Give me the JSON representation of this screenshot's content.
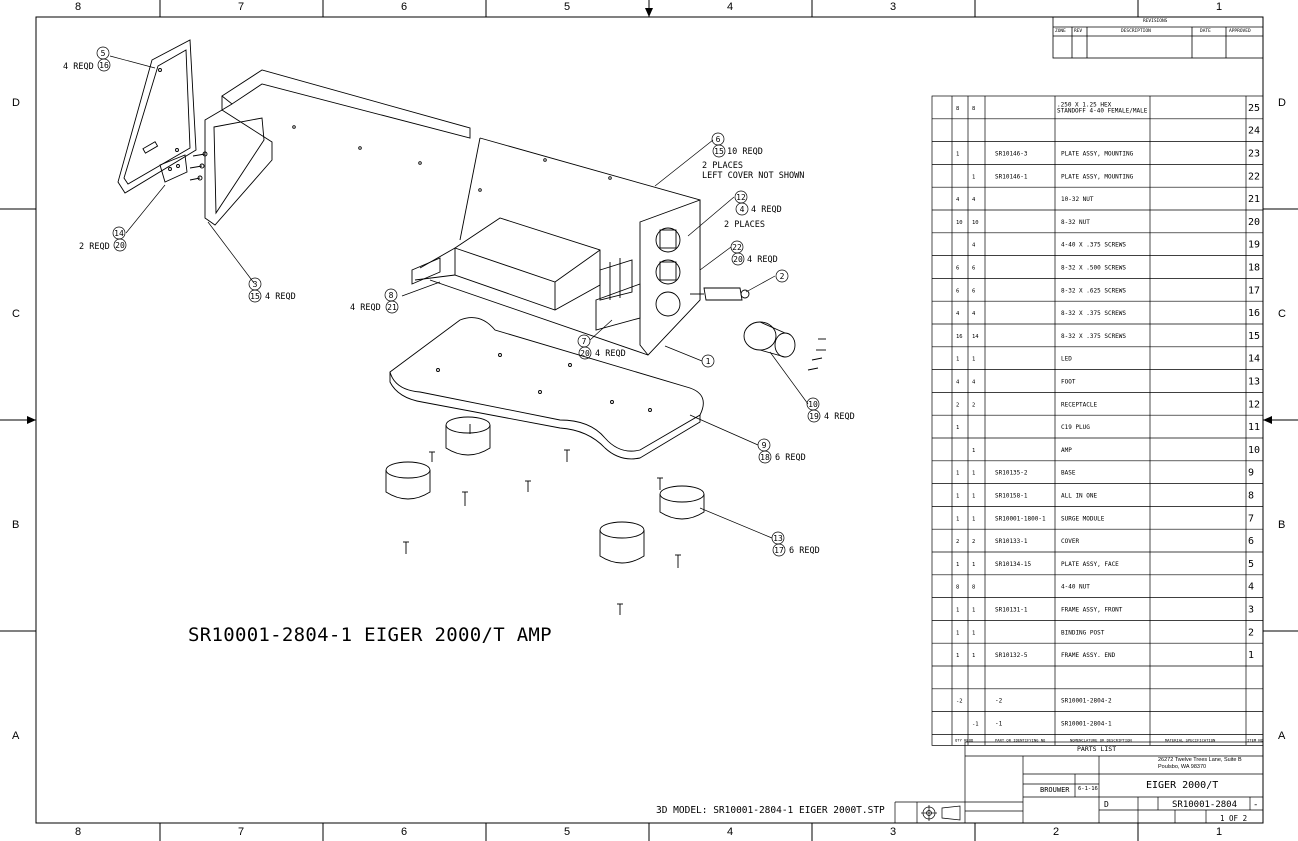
{
  "drawing": {
    "main_title": "SR10001-2804-1 EIGER 2000/T AMP",
    "model_note": "3D MODEL: SR10001-2804-1 EIGER 2000T.STP"
  },
  "border": {
    "columns_top": [
      "8",
      "7",
      "6",
      "5",
      "4",
      "3",
      "",
      "1"
    ],
    "columns_bottom": [
      "8",
      "7",
      "6",
      "5",
      "4",
      "3",
      "2",
      "1"
    ],
    "rows": [
      "D",
      "C",
      "B",
      "A"
    ]
  },
  "revisions": {
    "title": "REVISIONS",
    "headers": [
      "ZONE",
      "REV",
      "DESCRIPTION",
      "DATE",
      "APPROVED"
    ]
  },
  "callouts": [
    {
      "items": [
        "5",
        "16"
      ],
      "text": "4 REQD"
    },
    {
      "items": [
        "14",
        "20"
      ],
      "text": "2 REQD"
    },
    {
      "items": [
        "3",
        "15"
      ],
      "text": "4 REQD"
    },
    {
      "items": [
        "6",
        "15"
      ],
      "text": "10 REQD",
      "note1": "2 PLACES",
      "note2": "LEFT COVER NOT SHOWN"
    },
    {
      "items": [
        "12",
        "4"
      ],
      "text": "4 REQD",
      "note1": "2 PLACES"
    },
    {
      "items": [
        "22",
        "20"
      ],
      "text": "4 REQD"
    },
    {
      "items": [
        "2"
      ]
    },
    {
      "items": [
        "8",
        "21"
      ],
      "text": "4 REQD"
    },
    {
      "items": [
        "7",
        "20"
      ],
      "text": "4 REQD"
    },
    {
      "items": [
        "1"
      ]
    },
    {
      "items": [
        "10",
        "19"
      ],
      "text": "4 REQD"
    },
    {
      "items": [
        "9",
        "18"
      ],
      "text": "6 REQD"
    },
    {
      "items": [
        "13",
        "17"
      ],
      "text": "6 REQD"
    }
  ],
  "parts_list": {
    "title": "PARTS LIST",
    "column_headers": [
      "QTY REQD",
      "",
      "PART OR IDENTIFYING NO",
      "NOMENCLATURE OR DESCRIPTION",
      "MATERIAL SPECIFICATION",
      "ITEM NO"
    ],
    "rows": [
      {
        "q2": "8",
        "q1": "8",
        "part": "",
        "desc": ".250 X 1.25 HEX STANDOFF 4-40 FEMALE/MALE",
        "item": "25"
      },
      {
        "q2": "",
        "q1": "",
        "part": "",
        "desc": "",
        "item": "24"
      },
      {
        "q2": "1",
        "q1": "",
        "part": "SR10146-3",
        "desc": "PLATE ASSY, MOUNTING",
        "item": "23"
      },
      {
        "q2": "",
        "q1": "1",
        "part": "SR10146-1",
        "desc": "PLATE ASSY, MOUNTING",
        "item": "22"
      },
      {
        "q2": "4",
        "q1": "4",
        "part": "",
        "desc": "10-32 NUT",
        "item": "21"
      },
      {
        "q2": "10",
        "q1": "10",
        "part": "",
        "desc": "8-32 NUT",
        "item": "20"
      },
      {
        "q2": "",
        "q1": "4",
        "part": "",
        "desc": "4-40 X .375 SCREWS",
        "item": "19"
      },
      {
        "q2": "6",
        "q1": "6",
        "part": "",
        "desc": "8-32 X .500 SCREWS",
        "item": "18"
      },
      {
        "q2": "6",
        "q1": "6",
        "part": "",
        "desc": "8-32 X .625 SCREWS",
        "item": "17"
      },
      {
        "q2": "4",
        "q1": "4",
        "part": "",
        "desc": "8-32 X .375 SCREWS",
        "item": "16"
      },
      {
        "q2": "16",
        "q1": "14",
        "part": "",
        "desc": "8-32 X .375 SCREWS",
        "item": "15"
      },
      {
        "q2": "1",
        "q1": "1",
        "part": "",
        "desc": "LED",
        "item": "14"
      },
      {
        "q2": "4",
        "q1": "4",
        "part": "",
        "desc": "FOOT",
        "item": "13"
      },
      {
        "q2": "2",
        "q1": "2",
        "part": "",
        "desc": "RECEPTACLE",
        "item": "12"
      },
      {
        "q2": "1",
        "q1": "",
        "part": "",
        "desc": "C19 PLUG",
        "item": "11"
      },
      {
        "q2": "",
        "q1": "1",
        "part": "",
        "desc": "AMP",
        "item": "10"
      },
      {
        "q2": "1",
        "q1": "1",
        "part": "SR10135-2",
        "desc": "BASE",
        "item": "9"
      },
      {
        "q2": "1",
        "q1": "1",
        "part": "SR10158-1",
        "desc": "ALL IN ONE",
        "item": "8"
      },
      {
        "q2": "1",
        "q1": "1",
        "part": "SR10001-1800-1",
        "desc": "SURGE MODULE",
        "item": "7"
      },
      {
        "q2": "2",
        "q1": "2",
        "part": "SR10133-1",
        "desc": "COVER",
        "item": "6"
      },
      {
        "q2": "1",
        "q1": "1",
        "part": "SR10134-15",
        "desc": "PLATE ASSY, FACE",
        "item": "5"
      },
      {
        "q2": "8",
        "q1": "8",
        "part": "",
        "desc": "4-40 NUT",
        "item": "4"
      },
      {
        "q2": "1",
        "q1": "1",
        "part": "SR10131-1",
        "desc": "FRAME ASSY, FRONT",
        "item": "3"
      },
      {
        "q2": "1",
        "q1": "1",
        "part": "",
        "desc": "BINDING POST",
        "item": "2"
      },
      {
        "q2": "1",
        "q1": "1",
        "part": "SR10132-5",
        "desc": "FRAME ASSY. END",
        "item": "1"
      },
      {
        "q2": "",
        "q1": "",
        "part": "",
        "desc": "",
        "item": ""
      },
      {
        "q2": "-2",
        "q1": "",
        "part": "-2",
        "desc": "SR10001-2804-2",
        "item": ""
      },
      {
        "q2": "",
        "q1": "-1",
        "part": "-1",
        "desc": "SR10001-2804-1",
        "item": ""
      }
    ]
  },
  "title_block": {
    "address": "26272 Twelve Trees Lane, Suite B Poulsbo, WA 98370",
    "drawn_by": "BROUWER",
    "date": "6-1-16",
    "title": "EIGER 2000/T",
    "size": "D",
    "dwg_no": "SR10001-2804",
    "rev": "-",
    "sheet": "1 OF 2"
  }
}
